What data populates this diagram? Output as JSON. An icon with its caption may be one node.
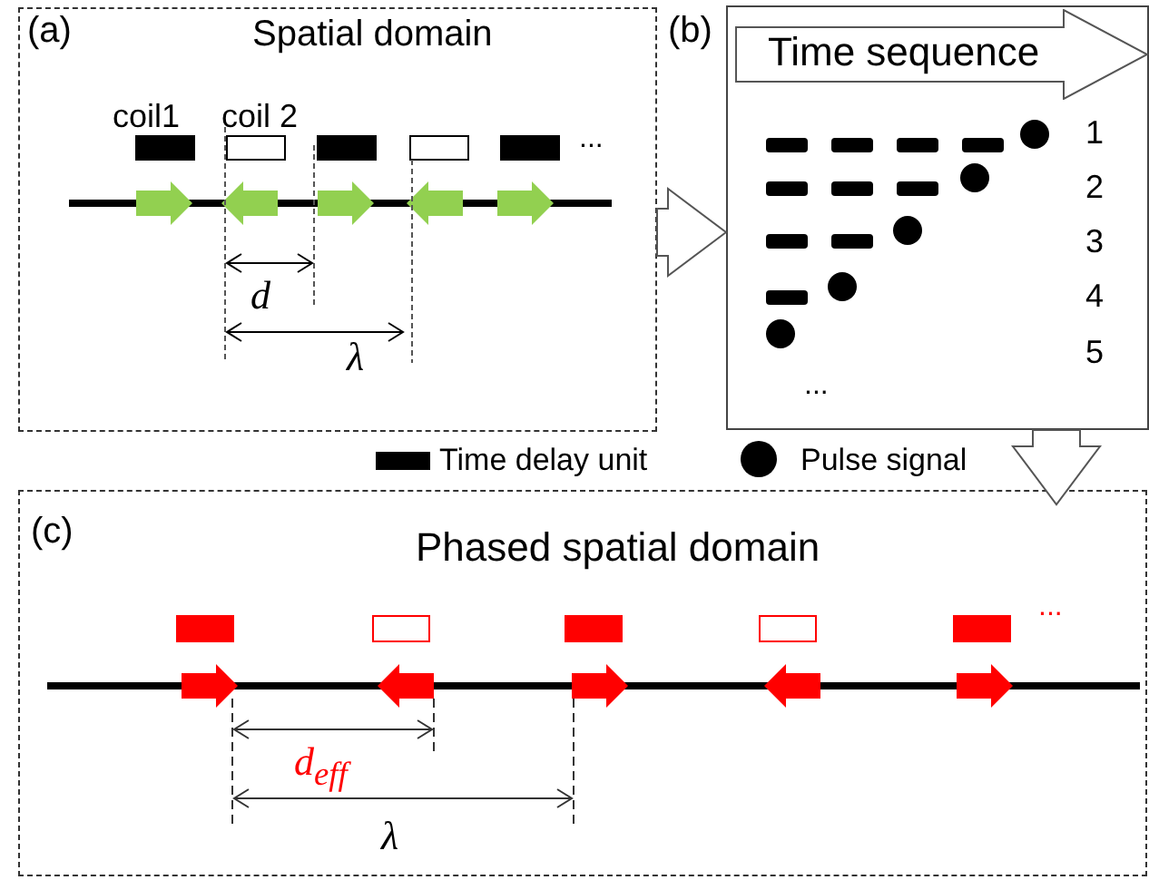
{
  "diagram": {
    "nodes": [
      {
        "text": [
          "(a)",
          "Spatial domain"
        ]
      },
      {
        "text": [
          "(b)"
        ]
      },
      {
        "text": [
          "Time sequence"
        ],
        "in": 1
      },
      {
        "text": [
          "(c)",
          "Phased spatial domain"
        ]
      }
    ],
    "edges": [
      {
        "from": 0,
        "to": 1,
        "arrow": "to"
      },
      {
        "from": 1,
        "to": 3,
        "arrow": "to"
      }
    ],
    "labels": [
      "coil1",
      "coil 2",
      "...",
      "d",
      "λ",
      "1",
      "2",
      "3",
      "4",
      "5",
      "...",
      "...",
      "d$_{eff}$",
      "λ"
    ],
    "legend": [
      {
        "text": "Time delay unit",
        "color": "#000000"
      },
      {
        "text": "Pulse signal"
      }
    ]
  }
}
